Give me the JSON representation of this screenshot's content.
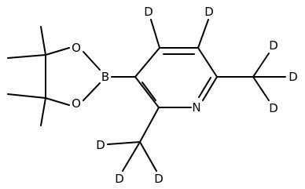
{
  "molecule": {
    "atoms": {
      "boron": "B",
      "oxygen_top": "O",
      "oxygen_bottom": "O",
      "nitrogen": "N",
      "deuterium_ring_left": "D",
      "deuterium_ring_right": "D",
      "deuterium_methyl_right_top": "D",
      "deuterium_methyl_right_mid": "D",
      "deuterium_methyl_right_bottom": "D",
      "deuterium_methyl_bottom_left": "D",
      "deuterium_methyl_bottom_mid": "D",
      "deuterium_methyl_bottom_right": "D"
    }
  }
}
